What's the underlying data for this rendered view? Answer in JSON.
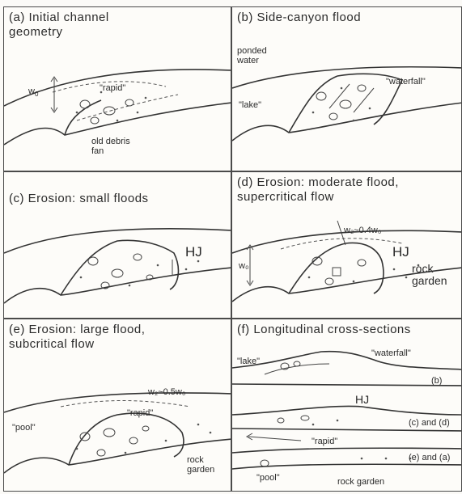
{
  "panels": {
    "a": {
      "title": "(a) Initial channel\n     geometry",
      "labels": {
        "w0": "w",
        "w0_sub": "0",
        "rapid": "\"rapid\"",
        "debris_fan": "old debris\nfan"
      }
    },
    "b": {
      "title": "(b) Side-canyon flood",
      "labels": {
        "ponded": "ponded\nwater",
        "waterfall": "\"waterfall\"",
        "lake": "\"lake\""
      }
    },
    "c": {
      "title": "(c) Erosion: small floods",
      "labels": {
        "hj": "HJ"
      }
    },
    "d": {
      "title": "(d) Erosion: moderate flood,\n     supercritical flow",
      "labels": {
        "width_eq": "w₂~0.4w₀",
        "w0": "w₀",
        "hj": "HJ",
        "rock_garden": "rock\ngarden"
      }
    },
    "e": {
      "title": "(e) Erosion: large flood,\n     subcritical flow",
      "labels": {
        "width_eq": "w₂~0.5w₀",
        "pool": "\"pool\"",
        "rapid": "\"rapid\"",
        "rock_garden": "rock\ngarden"
      }
    },
    "f": {
      "title": "(f) Longitudinal cross-sections",
      "labels": {
        "lake": "\"lake\"",
        "waterfall": "\"waterfall\"",
        "b": "(b)",
        "hj": "HJ",
        "c_d": "(c) and (d)",
        "rapid": "\"rapid\"",
        "e_a": "(e) and (a)",
        "pool": "\"pool\"",
        "rock_garden": "rock garden"
      }
    }
  }
}
